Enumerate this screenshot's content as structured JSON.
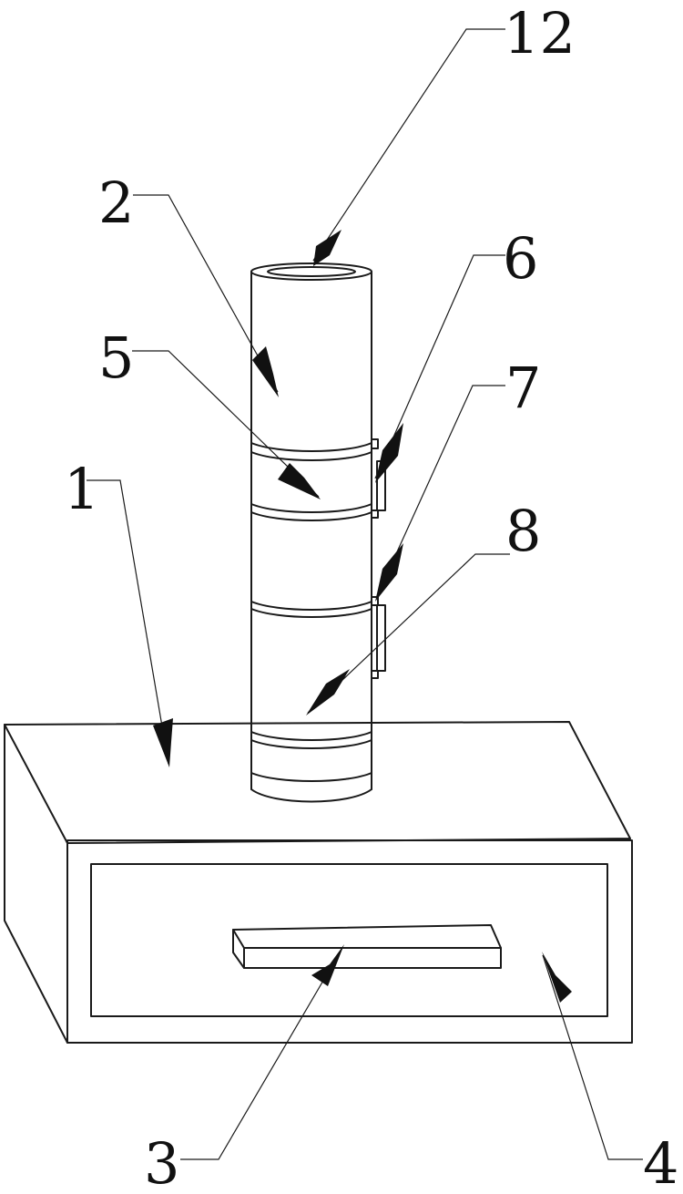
{
  "figure": {
    "labels": {
      "l1": "1",
      "l2": "2",
      "l3": "3",
      "l4": "4",
      "l5": "5",
      "l6": "6",
      "l7": "7",
      "l8": "8",
      "l12": "12"
    }
  }
}
